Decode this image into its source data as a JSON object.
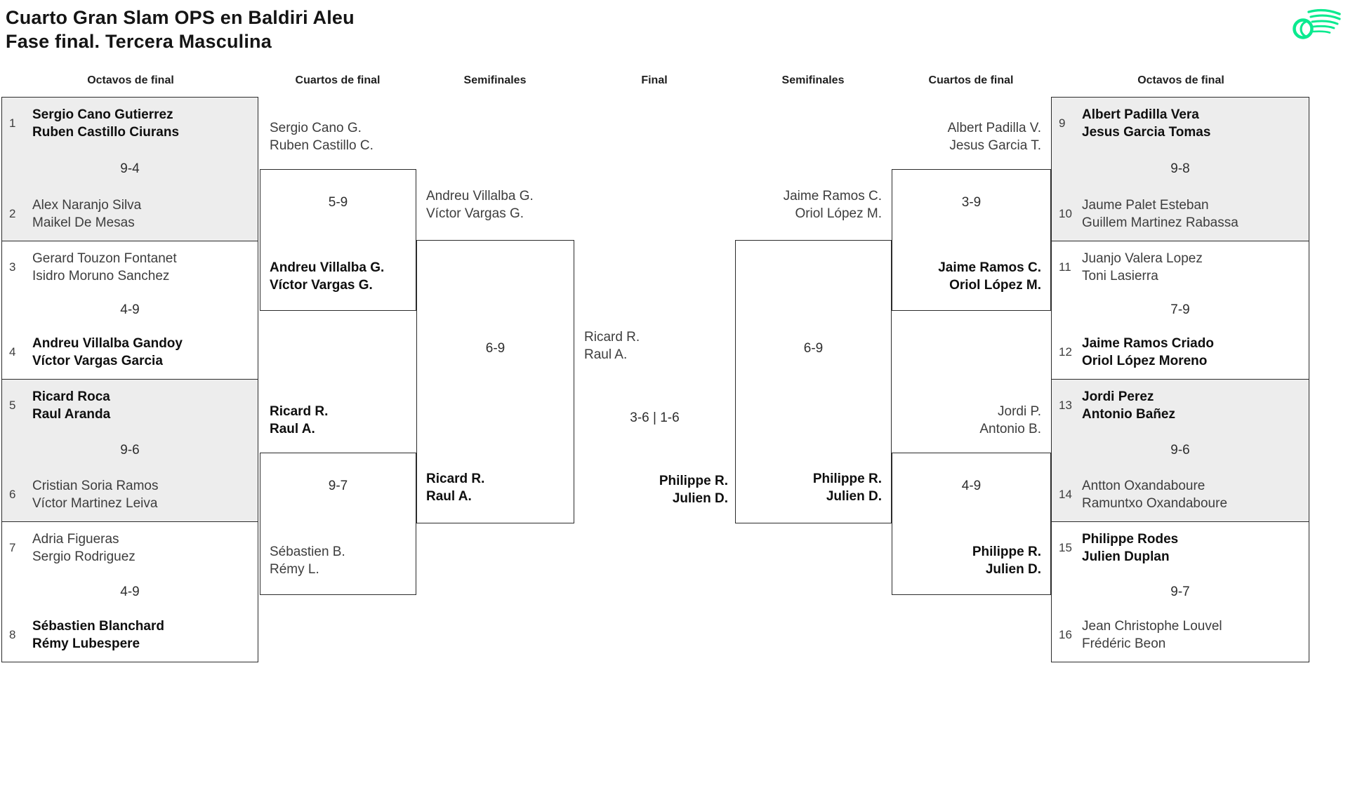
{
  "title": {
    "line1": "Cuarto Gran Slam OPS en Baldiri Aleu",
    "line2": "Fase final. Tercera Masculina"
  },
  "headers": [
    "Octavos de final",
    "Cuartos de final",
    "Semifinales",
    "Final",
    "Semifinales",
    "Cuartos de final",
    "Octavos de final"
  ],
  "colors": {
    "accent_green": "#0AEA8F",
    "box_gray": "#ededed",
    "border": "#2b2b2b"
  },
  "logo": "tennis-ball-swoosh-icon",
  "bracket": {
    "octavos_left": [
      {
        "score": "9-4",
        "top": {
          "seed": "1",
          "names": [
            "Sergio Cano Gutierrez",
            "Ruben Castillo Ciurans"
          ],
          "winner": true
        },
        "bottom": {
          "seed": "2",
          "names": [
            "Alex Naranjo Silva",
            "Maikel De Mesas"
          ],
          "winner": false
        }
      },
      {
        "score": "4-9",
        "top": {
          "seed": "3",
          "names": [
            "Gerard Touzon Fontanet",
            "Isidro Moruno Sanchez"
          ],
          "winner": false
        },
        "bottom": {
          "seed": "4",
          "names": [
            "Andreu Villalba Gandoy",
            "Víctor Vargas Garcia"
          ],
          "winner": true
        }
      },
      {
        "score": "9-6",
        "top": {
          "seed": "5",
          "names": [
            "Ricard Roca",
            "Raul Aranda"
          ],
          "winner": true
        },
        "bottom": {
          "seed": "6",
          "names": [
            "Cristian Soria Ramos",
            "Víctor Martinez Leiva"
          ],
          "winner": false
        }
      },
      {
        "score": "4-9",
        "top": {
          "seed": "7",
          "names": [
            "Adria Figueras",
            "Sergio Rodriguez"
          ],
          "winner": false
        },
        "bottom": {
          "seed": "8",
          "names": [
            "Sébastien Blanchard",
            "Rémy Lubespere"
          ],
          "winner": true
        }
      }
    ],
    "cuartos_left": [
      {
        "score": "5-9",
        "top": {
          "names": [
            "Sergio Cano G.",
            "Ruben Castillo C."
          ],
          "winner": false
        },
        "bottom": {
          "names": [
            "Andreu Villalba G.",
            "Víctor Vargas G."
          ],
          "winner": true
        }
      },
      {
        "score": "9-7",
        "top": {
          "names": [
            "Ricard R.",
            "Raul A."
          ],
          "winner": true
        },
        "bottom": {
          "names": [
            "Sébastien B.",
            "Rémy L."
          ],
          "winner": false
        }
      }
    ],
    "semifinal_left": {
      "score": "6-9",
      "top": {
        "names": [
          "Andreu Villalba G.",
          "Víctor Vargas G."
        ],
        "winner": false
      },
      "bottom": {
        "names": [
          "Ricard R.",
          "Raul A."
        ],
        "winner": true
      }
    },
    "final": {
      "score": "3-6 | 1-6",
      "top": {
        "names": [
          "Ricard R.",
          "Raul A."
        ],
        "winner": false
      },
      "bottom": {
        "names": [
          "Philippe R.",
          "Julien D."
        ],
        "winner": true
      }
    },
    "semifinal_right": {
      "score": "6-9",
      "top": {
        "names": [
          "Jaime Ramos C.",
          "Oriol López M."
        ],
        "winner": false
      },
      "bottom": {
        "names": [
          "Philippe R.",
          "Julien D."
        ],
        "winner": true
      }
    },
    "cuartos_right": [
      {
        "score": "3-9",
        "top": {
          "names": [
            "Albert Padilla V.",
            "Jesus Garcia T."
          ],
          "winner": false
        },
        "bottom": {
          "names": [
            "Jaime Ramos C.",
            "Oriol López M."
          ],
          "winner": true
        }
      },
      {
        "score": "4-9",
        "top": {
          "names": [
            "Jordi P.",
            "Antonio B."
          ],
          "winner": false
        },
        "bottom": {
          "names": [
            "Philippe R.",
            "Julien D."
          ],
          "winner": true
        }
      }
    ],
    "octavos_right": [
      {
        "score": "9-8",
        "top": {
          "seed": "9",
          "names": [
            "Albert Padilla Vera",
            "Jesus Garcia Tomas"
          ],
          "winner": true
        },
        "bottom": {
          "seed": "10",
          "names": [
            "Jaume Palet Esteban",
            "Guillem Martinez Rabassa"
          ],
          "winner": false
        }
      },
      {
        "score": "7-9",
        "top": {
          "seed": "11",
          "names": [
            "Juanjo Valera Lopez",
            "Toni Lasierra"
          ],
          "winner": false
        },
        "bottom": {
          "seed": "12",
          "names": [
            "Jaime Ramos Criado",
            "Oriol López Moreno"
          ],
          "winner": true
        }
      },
      {
        "score": "9-6",
        "top": {
          "seed": "13",
          "names": [
            "Jordi Perez",
            "Antonio Bañez"
          ],
          "winner": true
        },
        "bottom": {
          "seed": "14",
          "names": [
            "Antton Oxandaboure",
            "Ramuntxo Oxandaboure"
          ],
          "winner": false
        }
      },
      {
        "score": "9-7",
        "top": {
          "seed": "15",
          "names": [
            "Philippe Rodes",
            "Julien Duplan"
          ],
          "winner": true
        },
        "bottom": {
          "seed": "16",
          "names": [
            "Jean Christophe Louvel",
            "Frédéric Beon"
          ],
          "winner": false
        }
      }
    ]
  }
}
